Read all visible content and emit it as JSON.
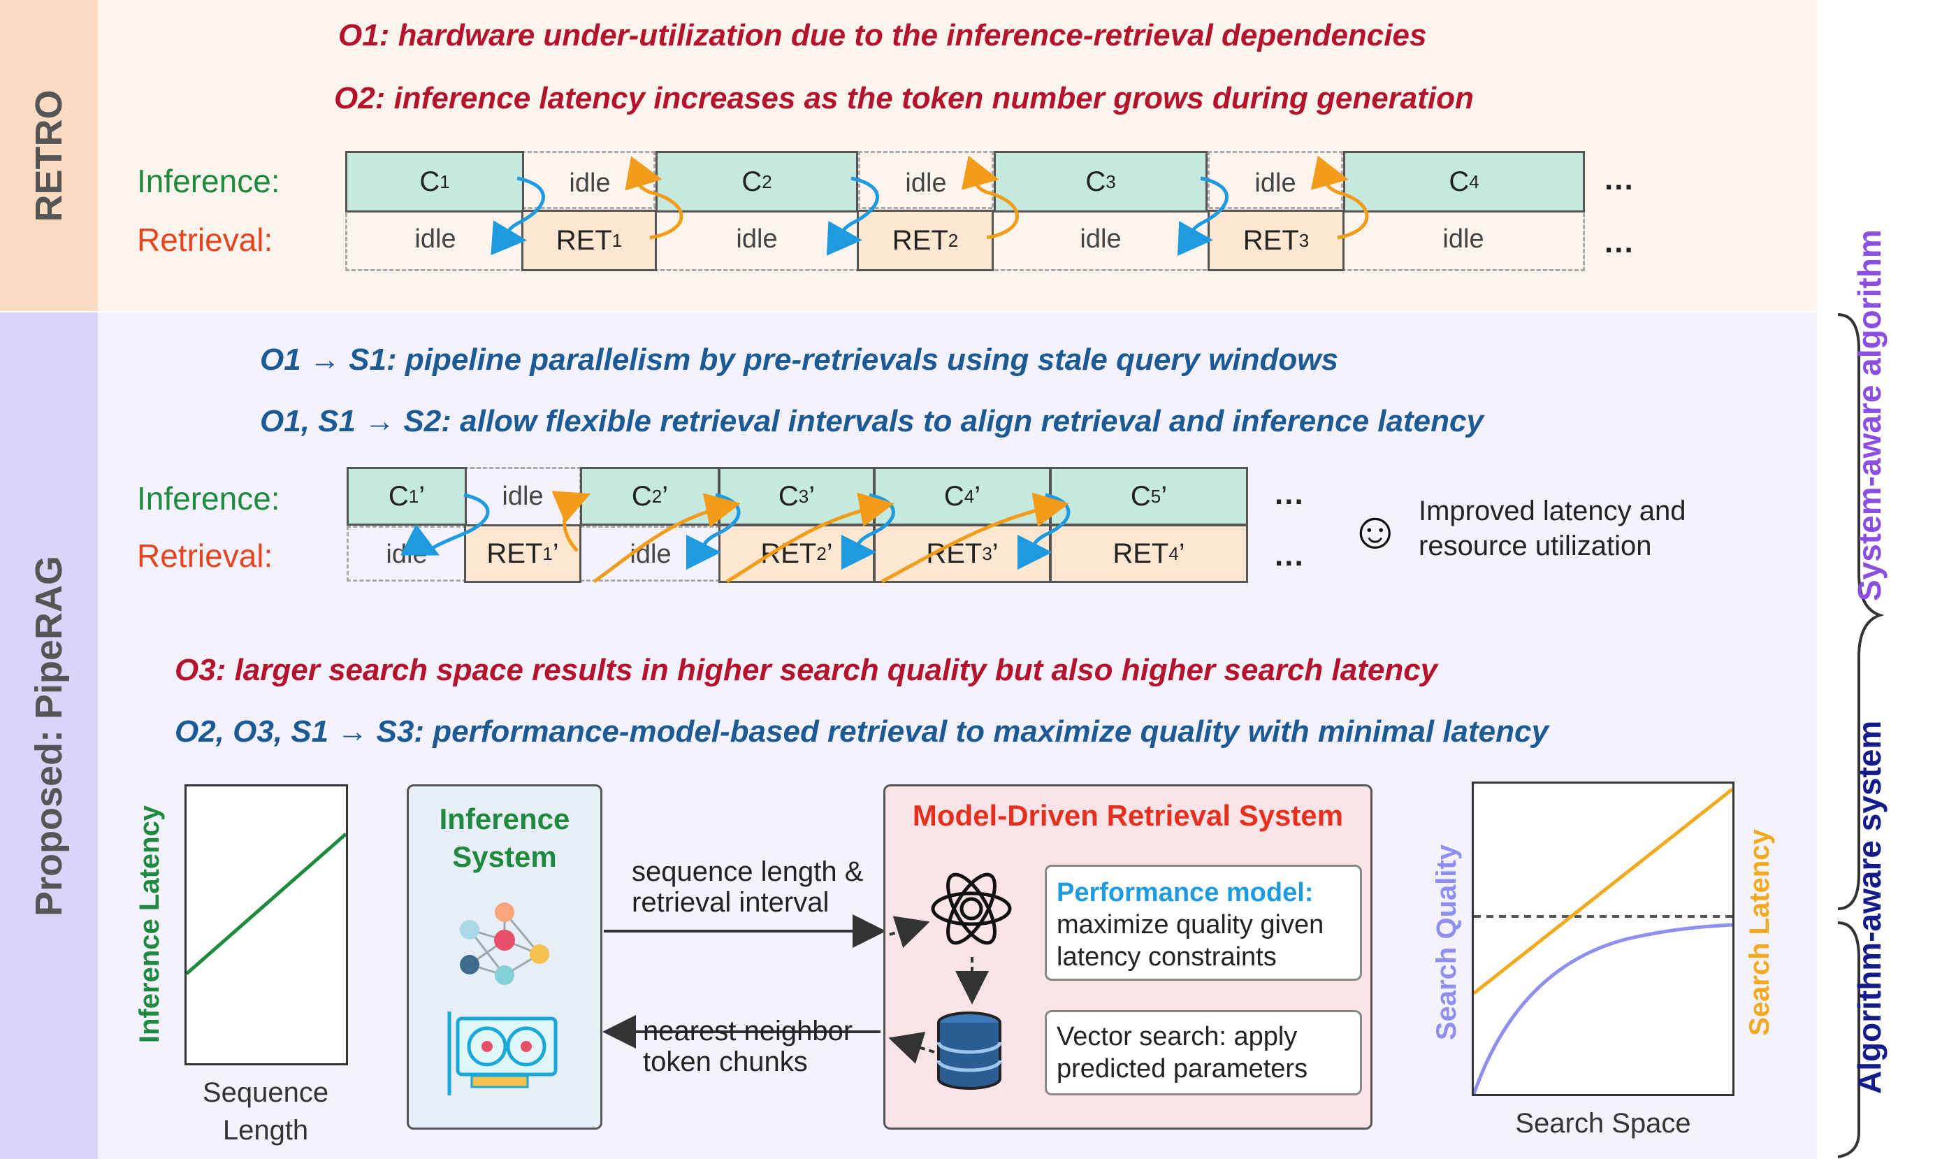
{
  "sections": {
    "retro": "RETRO",
    "pipe": "Proposed: PipeRAG"
  },
  "observations": {
    "o1": "O1: hardware under-utilization due to the inference-retrieval dependencies",
    "o2": "O2: inference latency increases as the token number grows during generation",
    "s1": "O1 → S1: pipeline parallelism by pre-retrievals using stale query windows",
    "s2": "O1, S1 → S2: allow flexible retrieval intervals to align retrieval and inference latency",
    "o3": "O3: larger search space results in higher search quality but also higher search latency",
    "s3": "O2, O3, S1 → S3: performance-model-based retrieval to maximize quality with minimal latency"
  },
  "rows": {
    "inference": "Inference:",
    "retrieval": "Retrieval:"
  },
  "retro": {
    "inference": [
      {
        "type": "C",
        "label": "C",
        "sub": "1"
      },
      {
        "type": "idle",
        "label": "idle"
      },
      {
        "type": "C",
        "label": "C",
        "sub": "2"
      },
      {
        "type": "idle",
        "label": "idle"
      },
      {
        "type": "C",
        "label": "C",
        "sub": "3"
      },
      {
        "type": "idle",
        "label": "idle"
      },
      {
        "type": "C",
        "label": "C",
        "sub": "4"
      }
    ],
    "retrieval": [
      {
        "type": "idle",
        "label": "idle"
      },
      {
        "type": "R",
        "label": "RET",
        "sub": "1"
      },
      {
        "type": "idle",
        "label": "idle"
      },
      {
        "type": "R",
        "label": "RET",
        "sub": "2"
      },
      {
        "type": "idle",
        "label": "idle"
      },
      {
        "type": "R",
        "label": "RET",
        "sub": "3"
      },
      {
        "type": "idle",
        "label": "idle"
      }
    ],
    "ellipsis": "..."
  },
  "pipe": {
    "inference": [
      {
        "label": "C",
        "sub": "1",
        "prime": "’"
      },
      {
        "label": "idle"
      },
      {
        "label": "C",
        "sub": "2",
        "prime": "’"
      },
      {
        "label": "C",
        "sub": "3",
        "prime": "’"
      },
      {
        "label": "C",
        "sub": "4",
        "prime": "’"
      },
      {
        "label": "C",
        "sub": "5",
        "prime": "’"
      }
    ],
    "retrieval": [
      {
        "label": "idle"
      },
      {
        "label": "RET",
        "sub": "1",
        "prime": "’"
      },
      {
        "label": "idle"
      },
      {
        "label": "RET",
        "sub": "2",
        "prime": "’"
      },
      {
        "label": "RET",
        "sub": "3",
        "prime": "’"
      },
      {
        "label": "RET",
        "sub": "4",
        "prime": "’"
      }
    ],
    "ellipsis": "...",
    "smiley": "☺",
    "improved_line1": "Improved latency and",
    "improved_line2": "resource utilization"
  },
  "braces": {
    "top": "System-aware algorithm",
    "bottom": "Algorithm-aware system"
  },
  "bottom": {
    "left_chart": {
      "ylabel": "Inference Latency",
      "xlabel_line1": "Sequence",
      "xlabel_line2": "Length"
    },
    "inference_system": {
      "line1": "Inference",
      "line2": "System"
    },
    "arrow_top": {
      "line1": "sequence length &",
      "line2": "retrieval interval"
    },
    "arrow_bottom": {
      "line1": "nearest neighbor",
      "line2": "token chunks"
    },
    "retrieval_system": {
      "title": "Model-Driven Retrieval System",
      "perf_title": "Performance model:",
      "perf_line1": "maximize quality given",
      "perf_line2": "latency constraints",
      "vec_line1": "Vector search: apply",
      "vec_line2": "predicted parameters"
    },
    "right_chart": {
      "ylabel_left": "Search Quality",
      "ylabel_right": "Search Latency",
      "xlabel": "Search Space"
    }
  },
  "colors": {
    "green": "#1d8a3d",
    "orange_text": "#e6441e",
    "red_text": "#b5122b",
    "blue_text": "#1c5a96",
    "arrow_blue": "#1e9be0",
    "arrow_orange": "#f39c1a",
    "purple": "#8a4fe0",
    "navy": "#151c8a",
    "quality": "#8f8ff0",
    "latency": "#f2a91d"
  }
}
